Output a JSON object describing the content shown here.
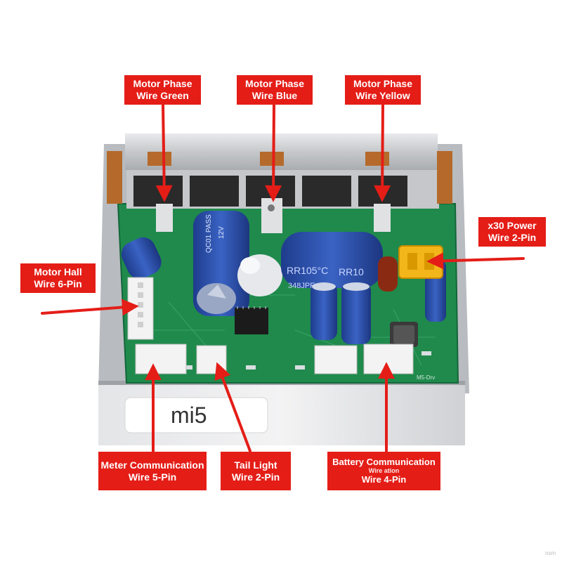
{
  "image": {
    "subject": "motor controller circuit board",
    "colors": {
      "callout_bg": "#e41d17",
      "callout_text": "#ffffff",
      "pcb": "#1f8a4c",
      "heatsink": "#c8cacd",
      "capacitor": "#2b4fa8"
    }
  },
  "board": {
    "label": "mi5",
    "capacitor_text_1": "RR105°C",
    "capacitor_text_2": "RR10",
    "capacitor_text_3": "QC01 PASS",
    "capacitor_text_4": "12V",
    "capacitor_text_5": "348JPE",
    "pcb_text": "M5-Drv"
  },
  "callouts": {
    "phase_green": {
      "line1": "Motor Phase",
      "line2": "Wire Green"
    },
    "phase_blue": {
      "line1": "Motor Phase",
      "line2": "Wire Blue"
    },
    "phase_yellow": {
      "line1": "Motor Phase",
      "line2": "Wire Yellow"
    },
    "power": {
      "line1": "x30 Power",
      "line2": "Wire 2-Pin"
    },
    "hall": {
      "line1": "Motor Hall",
      "line2": "Wire 6-Pin"
    },
    "meter": {
      "line1": "Meter Communication",
      "line2": "Wire 5-Pin"
    },
    "tail_light": {
      "line1": "Tail Light",
      "line2": "Wire 2-Pin"
    },
    "battery": {
      "line1": "Battery Communication",
      "line_overlap": "Wire ation",
      "line2": "Wire 4-Pin"
    }
  },
  "watermark": "nsm"
}
